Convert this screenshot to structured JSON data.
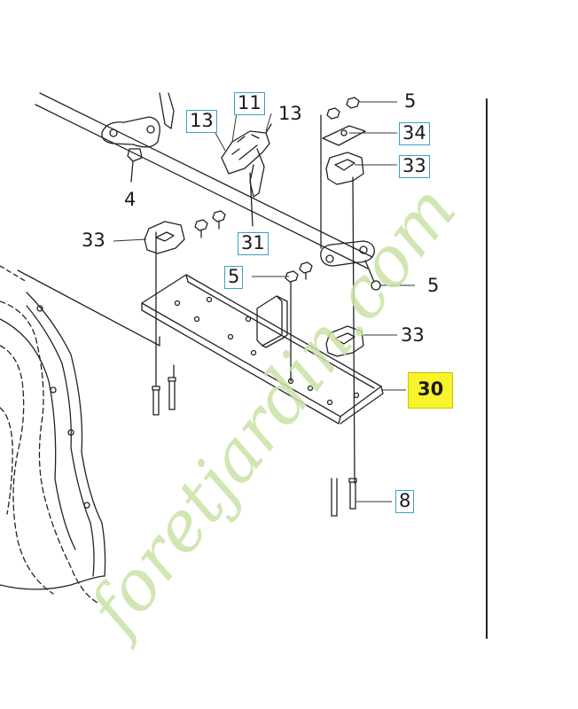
{
  "labels": {
    "l11": "11",
    "l13a": "13",
    "l13b": "13",
    "l5a": "5",
    "l34": "34",
    "l33a": "33",
    "l4": "4",
    "l33b": "33",
    "l31": "31",
    "l5b": "5",
    "l5c": "5",
    "l33c": "33",
    "l30": "30",
    "l8": "8"
  },
  "watermark": {
    "text": "foretjardin.com",
    "color": "#c9e3a6"
  },
  "highlight_color": "#f8f32a",
  "callout_border_color": "#3aa0c8"
}
